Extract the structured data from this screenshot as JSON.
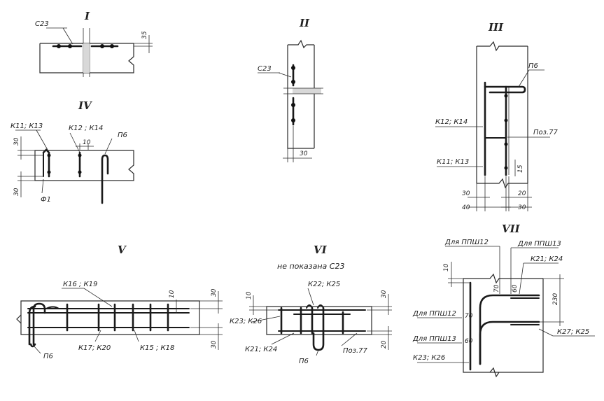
{
  "sections": [
    {
      "id": "I",
      "roman": "I",
      "labels": {
        "c23": "С23"
      },
      "dims": {
        "d35": "35"
      }
    },
    {
      "id": "II",
      "roman": "II",
      "labels": {
        "c23": "С23"
      },
      "dims": {
        "d30": "30"
      }
    },
    {
      "id": "III",
      "roman": "III",
      "labels": {
        "p6": "П6",
        "k12k14": "К12; К14",
        "poz77": "Поз.77",
        "k11k13": "К11; К13"
      },
      "dims": {
        "d15": "15",
        "d30": "30",
        "d20": "20",
        "d40": "40",
        "d30b": "30"
      }
    },
    {
      "id": "IV",
      "roman": "IV",
      "labels": {
        "k11k13": "К11; К13",
        "k12k14": "К12 ; К14",
        "p6": "П6",
        "f1": "Ф1"
      },
      "dims": {
        "d30a": "30",
        "d10": "10",
        "d30b": "30"
      }
    },
    {
      "id": "V",
      "roman": "V",
      "labels": {
        "k16k19": "К16 ; К19",
        "k17k20": "К17; К20",
        "k15k18": "К15 ; К18",
        "p6": "П6"
      },
      "dims": {
        "d10": "10",
        "d30a": "30",
        "d30b": "30"
      }
    },
    {
      "id": "VI",
      "roman": "VI",
      "note": "не показана С23",
      "labels": {
        "k22k25": "К22; К25",
        "k23k26": "К23; К26",
        "k21k24": "К21; К24",
        "p6": "П6",
        "poz77": "Поз.77"
      },
      "dims": {
        "d10": "10",
        "d30": "30",
        "d20": "20"
      }
    },
    {
      "id": "VII",
      "roman": "VII",
      "labels": {
        "ppsh12a": "Для ППШ12",
        "ppsh13a": "Для ППШ13",
        "k21k24": "К21; К24",
        "ppsh12b": "Для ППШ12",
        "ppsh13b": "Для ППШ13",
        "k27k25": "К27; К25",
        "k23k26": "К23; К26"
      },
      "dims": {
        "d10": "10",
        "d70a": "70",
        "d60a": "60",
        "d230": "230",
        "d70b": "70",
        "d60b": "60"
      }
    }
  ]
}
